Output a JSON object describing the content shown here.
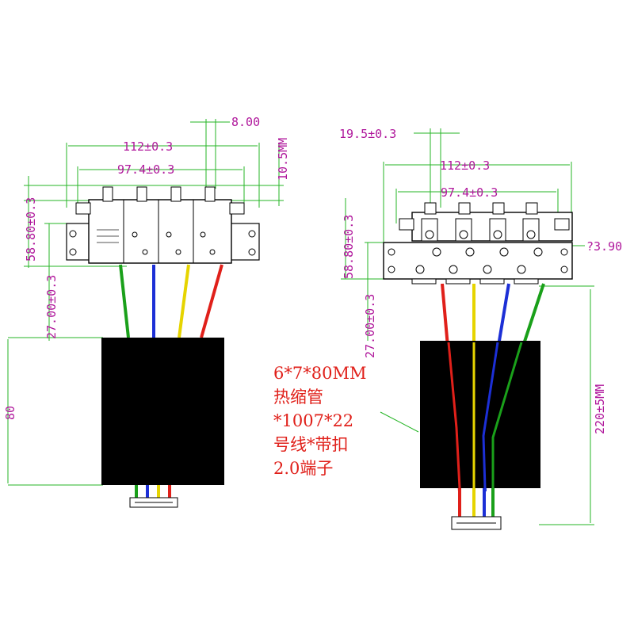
{
  "left_view": {
    "dim_overall": "112±0.3",
    "dim_pitch": "97.4±0.3",
    "dim_top": "8.00",
    "dim_side": "10.5MM",
    "dim_height": "58.80±0.3",
    "dim_lower": "27.00±0.3",
    "dim_sleeve": "80"
  },
  "right_view": {
    "dim_offset": "19.5±0.3",
    "dim_overall": "112±0.3",
    "dim_pitch": "97.4±0.3",
    "dim_hole": "?3.90",
    "dim_height": "58.80±0.3",
    "dim_lower": "27.00±0.3",
    "dim_total": "220±5MM"
  },
  "note": {
    "lines": [
      "6*7*80MM",
      "热缩管",
      "*1007*22",
      "号线*带扣",
      "2.0端子"
    ]
  },
  "colors": {
    "wire_green": "#1aa01a",
    "wire_blue": "#1c2fd6",
    "wire_yellow": "#e6d400",
    "wire_red": "#e0201a",
    "dimension": "#b0189c",
    "leader": "#25b525"
  }
}
